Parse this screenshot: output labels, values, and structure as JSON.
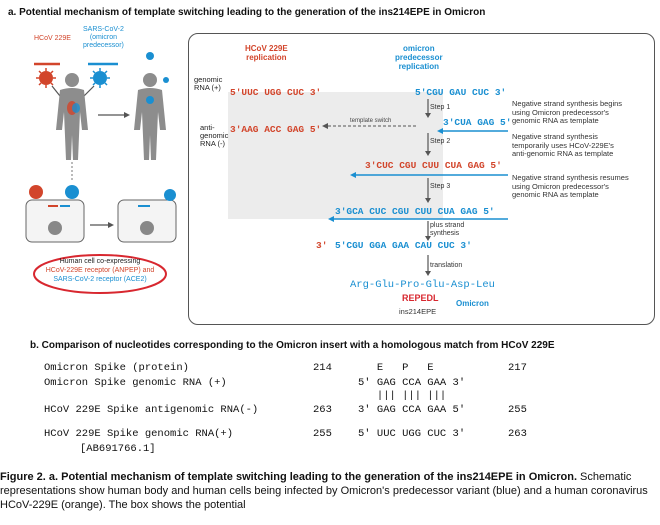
{
  "panel_a": {
    "title": "a. Potential mechanism of template switching leading to the generation of the ins214EPE in Omicron",
    "label_hcov_left": "HCoV 229E",
    "label_sars_left": "SARS-CoV-2\n(omicron\npredecessor)",
    "cell_caption_prefix": "Human cell co-expressing",
    "cell_caption_hcov": "HCoV-229E receptor (ANPEP) and",
    "cell_caption_sars": "SARS-CoV-2 receptor (ACE2)",
    "genomic_label": "genomic\nRNA (+)",
    "antigenomic_label": "anti-\ngenomic\nRNA (-)",
    "hcov_replication": "HCoV 229E\nreplication",
    "omicron_replication": "omicron\npredecessor\nreplication",
    "hcov_genomic_seq": "5'UUC UGG CUC 3'",
    "hcov_antigenomic_seq": "3'AAG ACC GAG 5'",
    "omicron_genomic_seq": "5'CGU GAU CUC 3'",
    "template_switch": "template switch",
    "step1": "Step 1",
    "step2": "Step 2",
    "step3": "Step 3",
    "plus_strand": "plus strand\nsynthesis",
    "translation": "translation",
    "row1_seq": "3'CUA GAG 5'",
    "row2_seq": "3'CUC CGU CUU CUA GAG 5'",
    "row3_seq": "3'GCA CUC CGU CUU CUA GAG 5'",
    "row4_seq": "5'CGU GGA GAA CAU CUC 3'",
    "row4_seq_prefix": "3'",
    "note1": "Negative strand synthesis begins\nusing Omicron predecessor's\ngenomic RNA as template",
    "note2": "Negative strand synthesis\ntemporarily uses HCoV-229E's\nanti-genomic RNA as template",
    "note3": "Negative strand synthesis resumes\nusing Omicron predecessor's\ngenomic RNA as template",
    "protein_seq": "Arg-Glu-Pro-Glu-Asp-Leu",
    "repedl": "REPEDL",
    "ins_label": "ins214EPE",
    "omicron_label": "Omicron"
  },
  "panel_b": {
    "title": "b. Comparison of nucleotides corresponding to the Omicron insert with a homologous match from HCoV 229E",
    "rows": [
      {
        "label": "Omicron Spike (protein)",
        "start": "214",
        "seq": "   E   P   E",
        "end": "217"
      },
      {
        "label": "Omicron Spike genomic RNA (+)",
        "start": "",
        "seq": "5' GAG CCA GAA 3'",
        "end": ""
      },
      {
        "label": "",
        "start": "",
        "seq": "   ||| ||| |||",
        "end": ""
      },
      {
        "label": "HCoV 229E Spike antigenomic RNA(-)",
        "start": "263",
        "seq": "3' GAG CCA GAA 5'",
        "end": "255"
      },
      {
        "label": "HCoV 229E Spike genomic RNA(+)",
        "start": "255",
        "seq": "5' UUC UGG CUC 3'",
        "end": "263"
      },
      {
        "label": "[AB691766.1]",
        "start": "",
        "seq": "",
        "end": ""
      }
    ]
  },
  "caption": {
    "bold": "Figure 2. a. Potential mechanism of template switching leading to the generation of the ins214EPE in Omicron.",
    "text": " Schematic representations show human body and human cells being infected by Omicron's predecessor variant (blue) and a human coronavirus HCoV-229E (orange). The box shows the potential"
  },
  "colors": {
    "orange": "#d2452b",
    "blue": "#1a8fd1",
    "red_ellipse": "#d8272f",
    "box_border": "#555555",
    "shade": "#ececec"
  }
}
